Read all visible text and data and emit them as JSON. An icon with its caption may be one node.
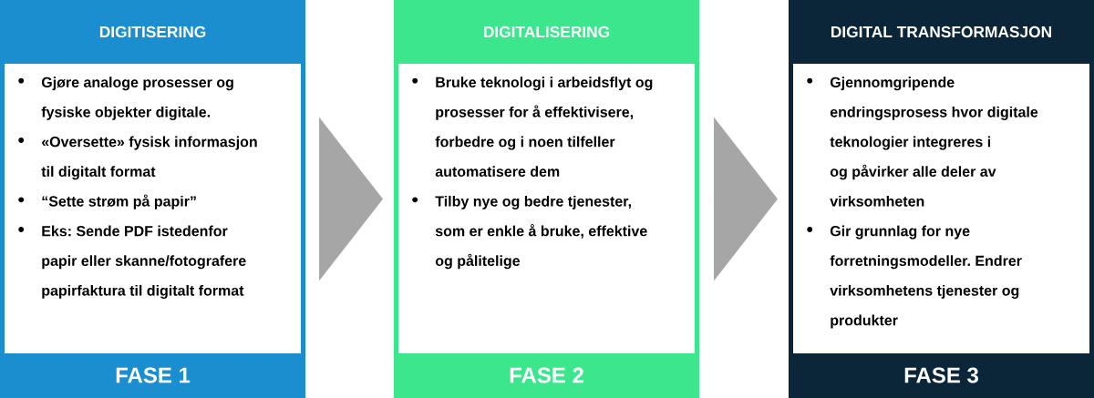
{
  "diagram": {
    "nodes": [
      {
        "text": [
          "DIGITISERING",
          "Gjøre analoge prosesser og fysiske objekter digitale.",
          "«Oversette» fysisk informasjon til digitalt format",
          "“Sette strøm på papir”",
          "Eks: Sende PDF istedenfor papir eller skanne/fotografere papirfaktura til digitalt format",
          "FASE 1"
        ]
      },
      {
        "text": [
          "DIGITALISERING",
          "Bruke teknologi i arbeidsflyt og prosesser for å effektivisere, forbedre og i noen tilfeller automatisere dem",
          "Tilby nye og bedre tjenester, som er enkle å bruke, effektive og pålitelige",
          "FASE 2"
        ]
      },
      {
        "text": [
          "DIGITAL TRANSFORMASJON",
          "Gjennomgripende endringsprosess hvor digitale teknologier integreres i og påvirker alle deler av virksomheten",
          "Gir grunnlag for nye forretningsmodeller. Endrer virksomhetens tjenester og produkter",
          "FASE 3"
        ]
      }
    ],
    "edges": [
      {
        "from": 0,
        "to": 1,
        "arrow": "to"
      },
      {
        "from": 1,
        "to": 2,
        "arrow": "to"
      }
    ]
  }
}
